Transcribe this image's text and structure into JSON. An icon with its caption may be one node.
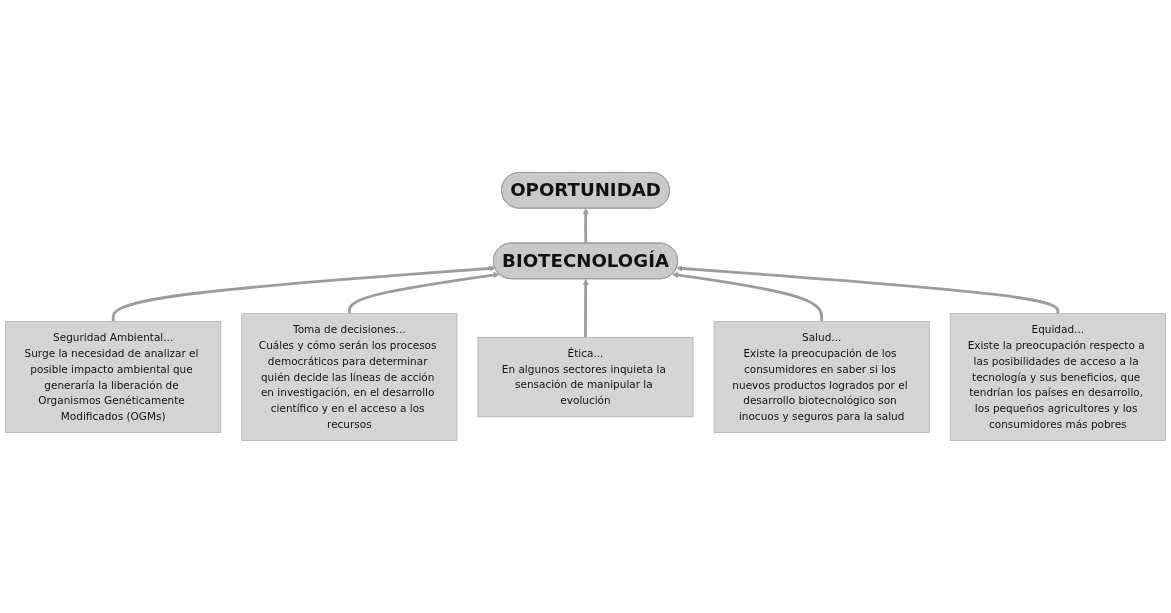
{
  "diagram": {
    "nodes": [
      {
        "text": [
          "OPORTUNIDAD"
        ]
      },
      {
        "text": [
          "BIOTECNOLOGÍA"
        ]
      },
      {
        "text": [
          "Seguridad Ambiental...",
          "Surge la necesidad de analizar el posible impacto ambiental que generaría la liberación de Organismos Genéticamente Modificados (OGMs)"
        ]
      },
      {
        "text": [
          "Toma de decisiones...",
          "Cuáles y cómo serán los procesos democráticos para determinar quién decide las líneas de acción en investigación, en el desarrollo científico y en el acceso a los recursos"
        ]
      },
      {
        "text": [
          "Ética...",
          "En algunos sectores inquieta la sensación de manipular la evolución"
        ]
      },
      {
        "text": [
          "Salud...",
          "Existe la preocupación de los consumidores en saber si los nuevos productos logrados por el desarrollo biotecnológico son inocuos y seguros para la salud"
        ]
      },
      {
        "text": [
          "Equidad...",
          "Existe la preocupación respecto a las posibilidades de acceso a la tecnología y sus beneficios, que tendrían los países en desarrollo, los pequeños agricultores y los consumidores más pobres"
        ]
      }
    ],
    "edges": [
      {
        "from": 1,
        "to": 0,
        "arrow": "to"
      },
      {
        "from": 2,
        "to": 1,
        "arrow": "to"
      },
      {
        "from": 3,
        "to": 1,
        "arrow": "to"
      },
      {
        "from": 4,
        "to": 1,
        "arrow": "to"
      },
      {
        "from": 5,
        "to": 1,
        "arrow": "to"
      },
      {
        "from": 6,
        "to": 1,
        "arrow": "to"
      }
    ]
  }
}
